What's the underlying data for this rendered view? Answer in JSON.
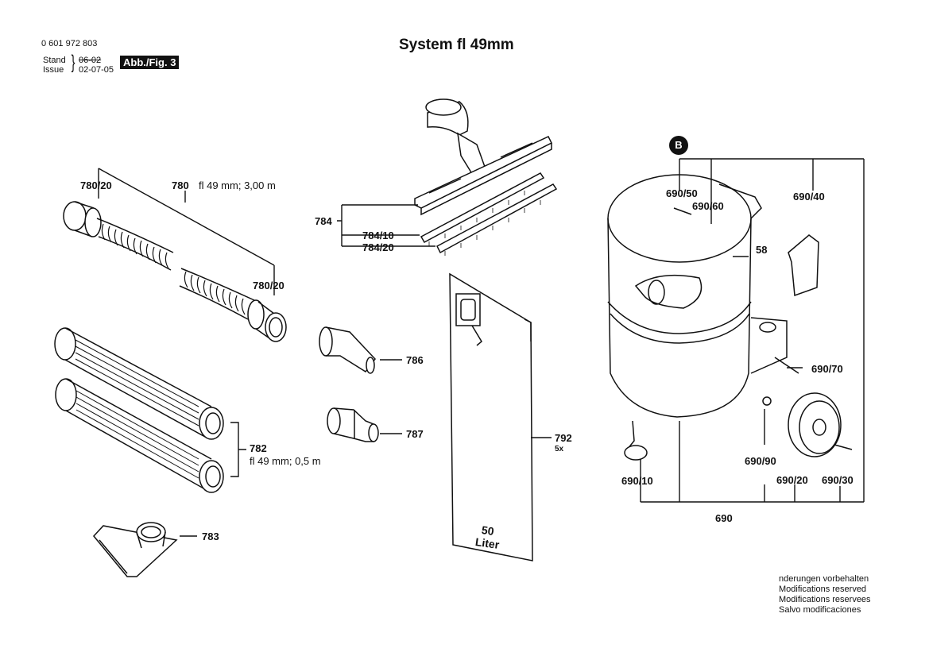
{
  "header": {
    "part_number": "0 601 972 803",
    "stand_label": "Stand",
    "issue_label": "Issue",
    "stand_date": "06-02",
    "issue_date": "02-07-05",
    "figure_badge": "Abb./Fig. 3",
    "title": "System fl 49mm"
  },
  "callouts": {
    "c780_20_top": "780/20",
    "c780": "780",
    "c780_desc": "fl 49 mm; 3,00 m",
    "c780_20_bottom": "780/20",
    "c782": "782",
    "c782_desc": "fl 49 mm; 0,5 m",
    "c783": "783",
    "c784": "784",
    "c784_10": "784/10",
    "c784_20": "784/20",
    "c786": "786",
    "c787": "787",
    "c792": "792",
    "c792_qty": "5x",
    "bag_text_1": "50",
    "bag_text_2": "Liter",
    "marker_b": "B",
    "c690_50": "690/50",
    "c690_60": "690/60",
    "c690_40": "690/40",
    "c58": "58",
    "c690_70": "690/70",
    "c690_90": "690/90",
    "c690_10": "690/10",
    "c690_20": "690/20",
    "c690_30": "690/30",
    "c690": "690"
  },
  "notice": [
    "nderungen vorbehalten",
    "Modifications reserved",
    "Modifications reservees",
    "Salvo modificaciones"
  ]
}
